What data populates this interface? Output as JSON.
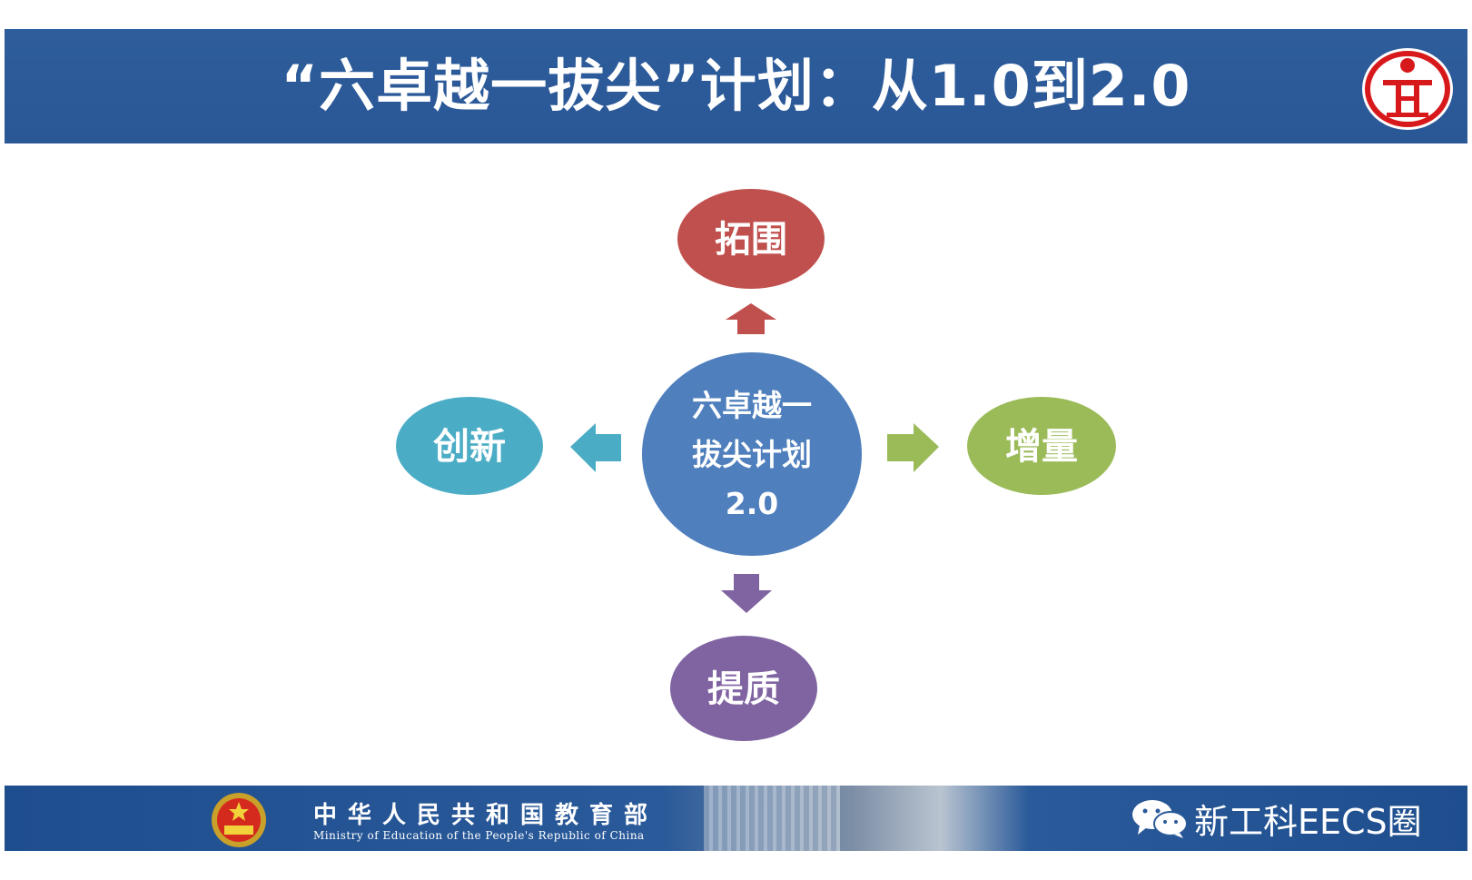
{
  "title": "“六卓越一拔尖”计划：从1.0到2.0",
  "diagram": {
    "center": {
      "lines": [
        "六卓越一",
        "拔尖计划",
        "2.0"
      ],
      "color": "#4f7fbd"
    },
    "nodes": {
      "top": {
        "label": "拓围",
        "color": "#c0504d"
      },
      "left": {
        "label": "创新",
        "color": "#4bacc6"
      },
      "right": {
        "label": "增量",
        "color": "#9bbb59"
      },
      "bottom": {
        "label": "提质",
        "color": "#8064a2"
      }
    }
  },
  "footer": {
    "ministry_cn": "中华人民共和国教育部",
    "ministry_en": "Ministry of Education of the People's Republic of China",
    "watermark": "新工科EECS圈"
  },
  "icons": {
    "logo": "university-logo-icon",
    "emblem": "national-emblem-icon",
    "wechat": "wechat-icon"
  }
}
